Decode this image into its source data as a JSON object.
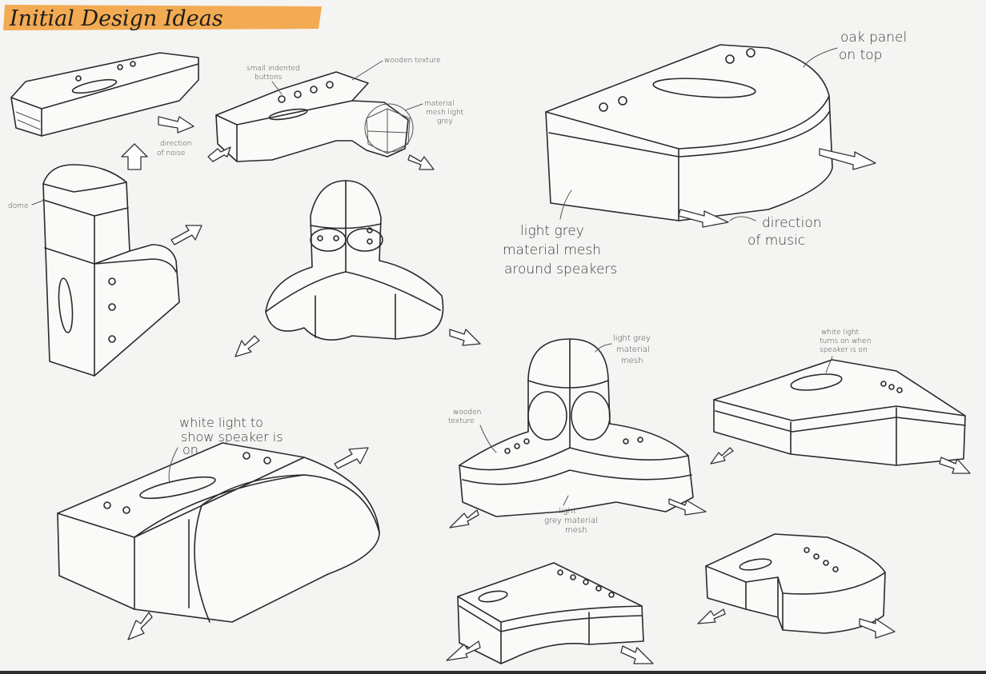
{
  "title": "Initial Design Ideas",
  "colors": {
    "highlight": "#f2a74a",
    "ink": "#2a2a2a",
    "paper": "#f4f4f2"
  },
  "annotations": {
    "small_indented_buttons": [
      "small indented",
      "buttons"
    ],
    "wooden_texture_1": "wooden texture",
    "material_mesh_light_grey": [
      "material",
      "mesh light",
      "grey"
    ],
    "direction_of_noise": [
      "direction",
      "of noise"
    ],
    "dome": "dome",
    "oak_panel": [
      "oak panel",
      "on top"
    ],
    "light_grey_mesh_speakers": [
      "light grey",
      "material mesh",
      "around speakers"
    ],
    "direction_of_music": [
      "direction",
      "of music"
    ],
    "white_light_show": [
      "white light to",
      "show speaker is",
      "on"
    ],
    "light_grey_material_mesh_top": [
      "light grey",
      "material",
      "mesh"
    ],
    "wooden_texture_2": [
      "wooden",
      "texture"
    ],
    "light_grey_material_mesh_bottom": [
      "light",
      "grey material",
      "mesh"
    ],
    "white_light_turns_on": [
      "white light",
      "turns on when",
      "speaker is on"
    ]
  }
}
